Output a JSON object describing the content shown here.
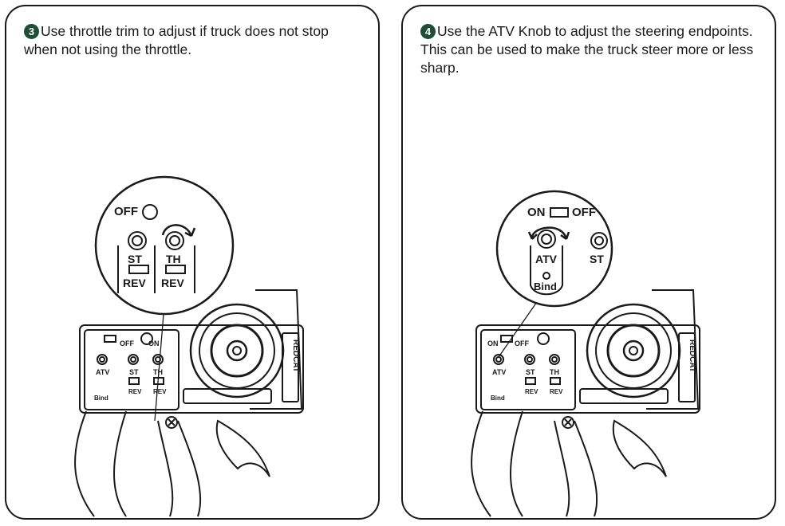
{
  "panels": [
    {
      "step_number": "3",
      "instruction": "Use throttle trim to adjust if truck does not stop when not using the throttle.",
      "labels": {
        "on": "ON",
        "off": "OFF",
        "atv": "ATV",
        "bind": "Bind",
        "st": "ST",
        "th": "TH",
        "rev": "REV",
        "brand": "REDCAT"
      },
      "zoom_focus": "TH"
    },
    {
      "step_number": "4",
      "instruction": "Use the ATV Knob to adjust the steering endpoints. This can be used to make the truck steer more or less sharp.",
      "labels": {
        "on": "ON",
        "off": "OFF",
        "atv": "ATV",
        "bind": "Bind",
        "st": "ST",
        "th": "TH",
        "rev": "REV",
        "brand": "REDCAT"
      },
      "zoom_focus": "ATV"
    }
  ],
  "colors": {
    "badge": "#1f4d37",
    "line": "#1a1a1a"
  },
  "icons": [
    "step-number-badge",
    "trim-knob-icon",
    "rotate-arrow-icon",
    "steering-wheel-icon"
  ]
}
